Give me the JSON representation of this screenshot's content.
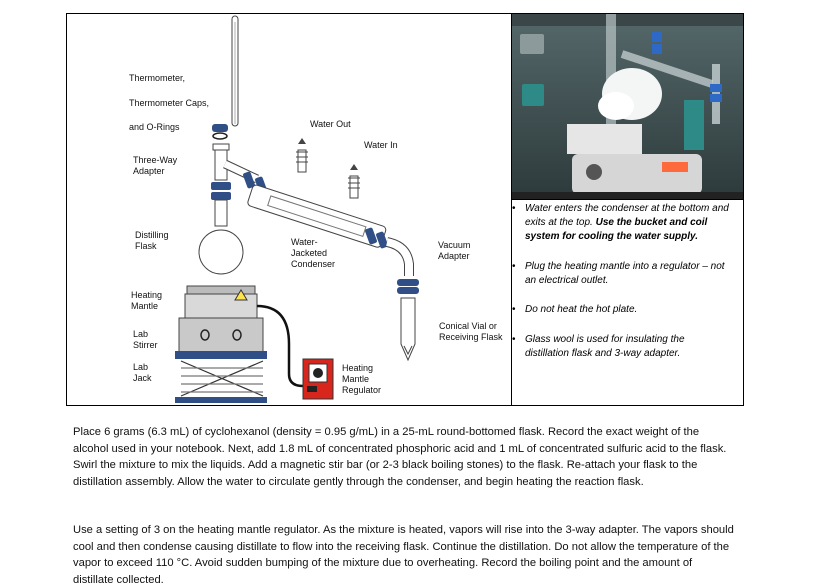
{
  "diagram": {
    "labels": {
      "thermometer": "Thermometer,",
      "caps": "Thermometer Caps,",
      "orings": "and O-Rings",
      "threeway": "Three-Way\nAdapter",
      "distilling": "Distilling\nFlask",
      "heating_mantle": "Heating\nMantle",
      "stirrer": "Lab\nStirrer",
      "jack": "Lab\nJack",
      "water_out": "Water Out",
      "water_in": "Water In",
      "condenser": "Water-\nJacketed\nCondenser",
      "vacuum": "Vacuum\nAdapter",
      "conical": "Conical Vial or\nReceiving Flask",
      "regulator": "Heating\nMantle\nRegulator"
    }
  },
  "notes": {
    "n1_italic": "Water enters the condenser at the bottom and exits at the top.",
    "n1_bold": "Use the bucket and coil system for cooling the water supply.",
    "n2": "Plug the heating mantle into a regulator – not an electrical outlet.",
    "n3": "Do not heat the hot plate.",
    "n4": "Glass wool is used for insulating the distillation flask and 3-way adapter."
  },
  "procedure": {
    "p1": "Place 6 grams (6.3 mL) of cyclohexanol (density = 0.95 g/mL) in a 25-mL round-bottomed flask.  Record the exact weight of the alcohol used in your notebook.  Next, add 1.8 mL of concentrated phosphoric acid and 1 mL of concentrated sulfuric acid to the flask.  Swirl the mixture to mix the liquids.  Add a magnetic stir bar (or 2-3 black boiling stones) to the flask.  Re-attach your flask to the distillation assembly.  Allow the water to circulate gently through the condenser, and begin heating the reaction flask.",
    "p2": "Use a setting of 3 on the heating mantle regulator.  As the mixture is heated, vapors will rise into the 3-way adapter.  The vapors should cool and then condense causing distillate to flow into the receiving flask.  Continue the distillation.  Do not allow the temperature of the vapor to exceed 110 °C.  Avoid sudden bumping of the mixture due to overheating.  Record the boiling point and the amount of distillate collected."
  },
  "colors": {
    "clamp_blue": "#2f4f86",
    "regulator_red": "#d8261c"
  }
}
